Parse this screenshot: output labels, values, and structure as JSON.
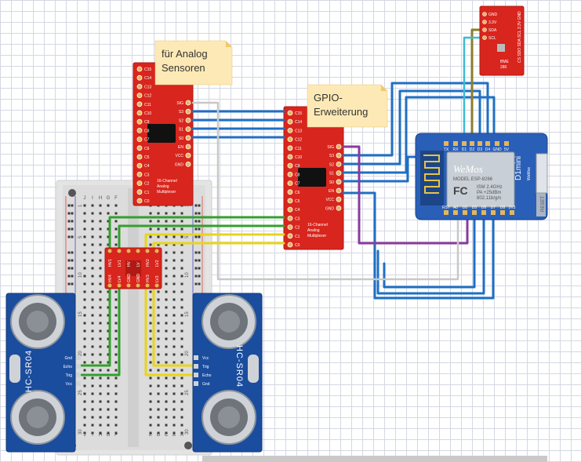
{
  "notes": {
    "analog": [
      "für Analog",
      "Sensoren"
    ],
    "gpio": [
      "GPIO-",
      "Erweiterung"
    ]
  },
  "mux_left": {
    "left_pins": [
      "C15",
      "C14",
      "C13",
      "C12",
      "C11",
      "C10",
      "C9",
      "C8",
      "C7",
      "C6",
      "C5",
      "C4",
      "C3",
      "C2",
      "C1",
      "C0"
    ],
    "right_pins": [
      "SIG",
      "S3",
      "S2",
      "S1",
      "S0",
      "EN",
      "VCC",
      "GND"
    ],
    "desc": [
      "16-Channel",
      "Analog",
      "Multiplexer"
    ]
  },
  "mux_right": {
    "left_pins": [
      "C15",
      "C14",
      "C13",
      "C12",
      "C11",
      "C10",
      "C9",
      "C8",
      "C7",
      "C6",
      "C5",
      "C4",
      "C3",
      "C2",
      "C1",
      "C0"
    ],
    "right_pins": [
      "SIG",
      "S3",
      "S2",
      "S1",
      "S0",
      "EN",
      "VCC",
      "GND"
    ],
    "desc": [
      "16-Channel",
      "Analog",
      "Multiplexer"
    ]
  },
  "wemos": {
    "top_pins": [
      "TX",
      "RX",
      "D1",
      "D2",
      "D3",
      "D4",
      "GND",
      "5V"
    ],
    "bottom_pins": [
      "RST",
      "A0",
      "D0",
      "D5",
      "D6",
      "D7",
      "D8",
      "3V3"
    ],
    "brand": "WeMos",
    "model": "MODEL  ESP-8266",
    "fc": "FC",
    "specs": [
      "ISM 2.4GHz",
      "PA +25dBm",
      "802.11b/g/n"
    ],
    "side": [
      "D1mini",
      "WeMos"
    ],
    "reset": "RESET"
  },
  "bme": {
    "pins": [
      "GND",
      "3.3V",
      "SDA",
      "SCL"
    ],
    "side_pins": "CS SDO SDA SCL 3.3V GND",
    "name": [
      "BME",
      "280"
    ]
  },
  "sensor_left": {
    "name": "HC-SR04",
    "pins": [
      "Gnd",
      "Echo",
      "Trig",
      "Vcc"
    ]
  },
  "sensor_right": {
    "name": "HC-SR04",
    "pins": [
      "Vcc",
      "Trig",
      "Echo",
      "Gnd"
    ]
  },
  "level_shifter": {
    "labels_top": [
      "HV1",
      "LV1",
      "HV",
      "LV",
      "HV2",
      "LV2"
    ],
    "labels_bottom": [
      "HV4",
      "LV4",
      "GND",
      "GND",
      "HV3",
      "LV3"
    ]
  },
  "breadboard": {
    "cols": [
      "J",
      "I",
      "H",
      "G",
      "F",
      "E",
      "D",
      "C",
      "B",
      "A"
    ],
    "row_marks": [
      "1",
      "5",
      "10",
      "15",
      "20",
      "25",
      "30"
    ]
  },
  "colors": {
    "wire_blue": "#1f6fc4",
    "wire_green": "#33a02c",
    "wire_yellow": "#e8d51a",
    "wire_purple": "#8a3b9e",
    "wire_white": "#c8c8c8",
    "wire_olive": "#8b7d2b",
    "wire_cyan": "#3fb9d4",
    "board_red": "#d8251d",
    "sensor_blue": "#1b4d9e",
    "wemos_blue": "#2a5fb8"
  }
}
